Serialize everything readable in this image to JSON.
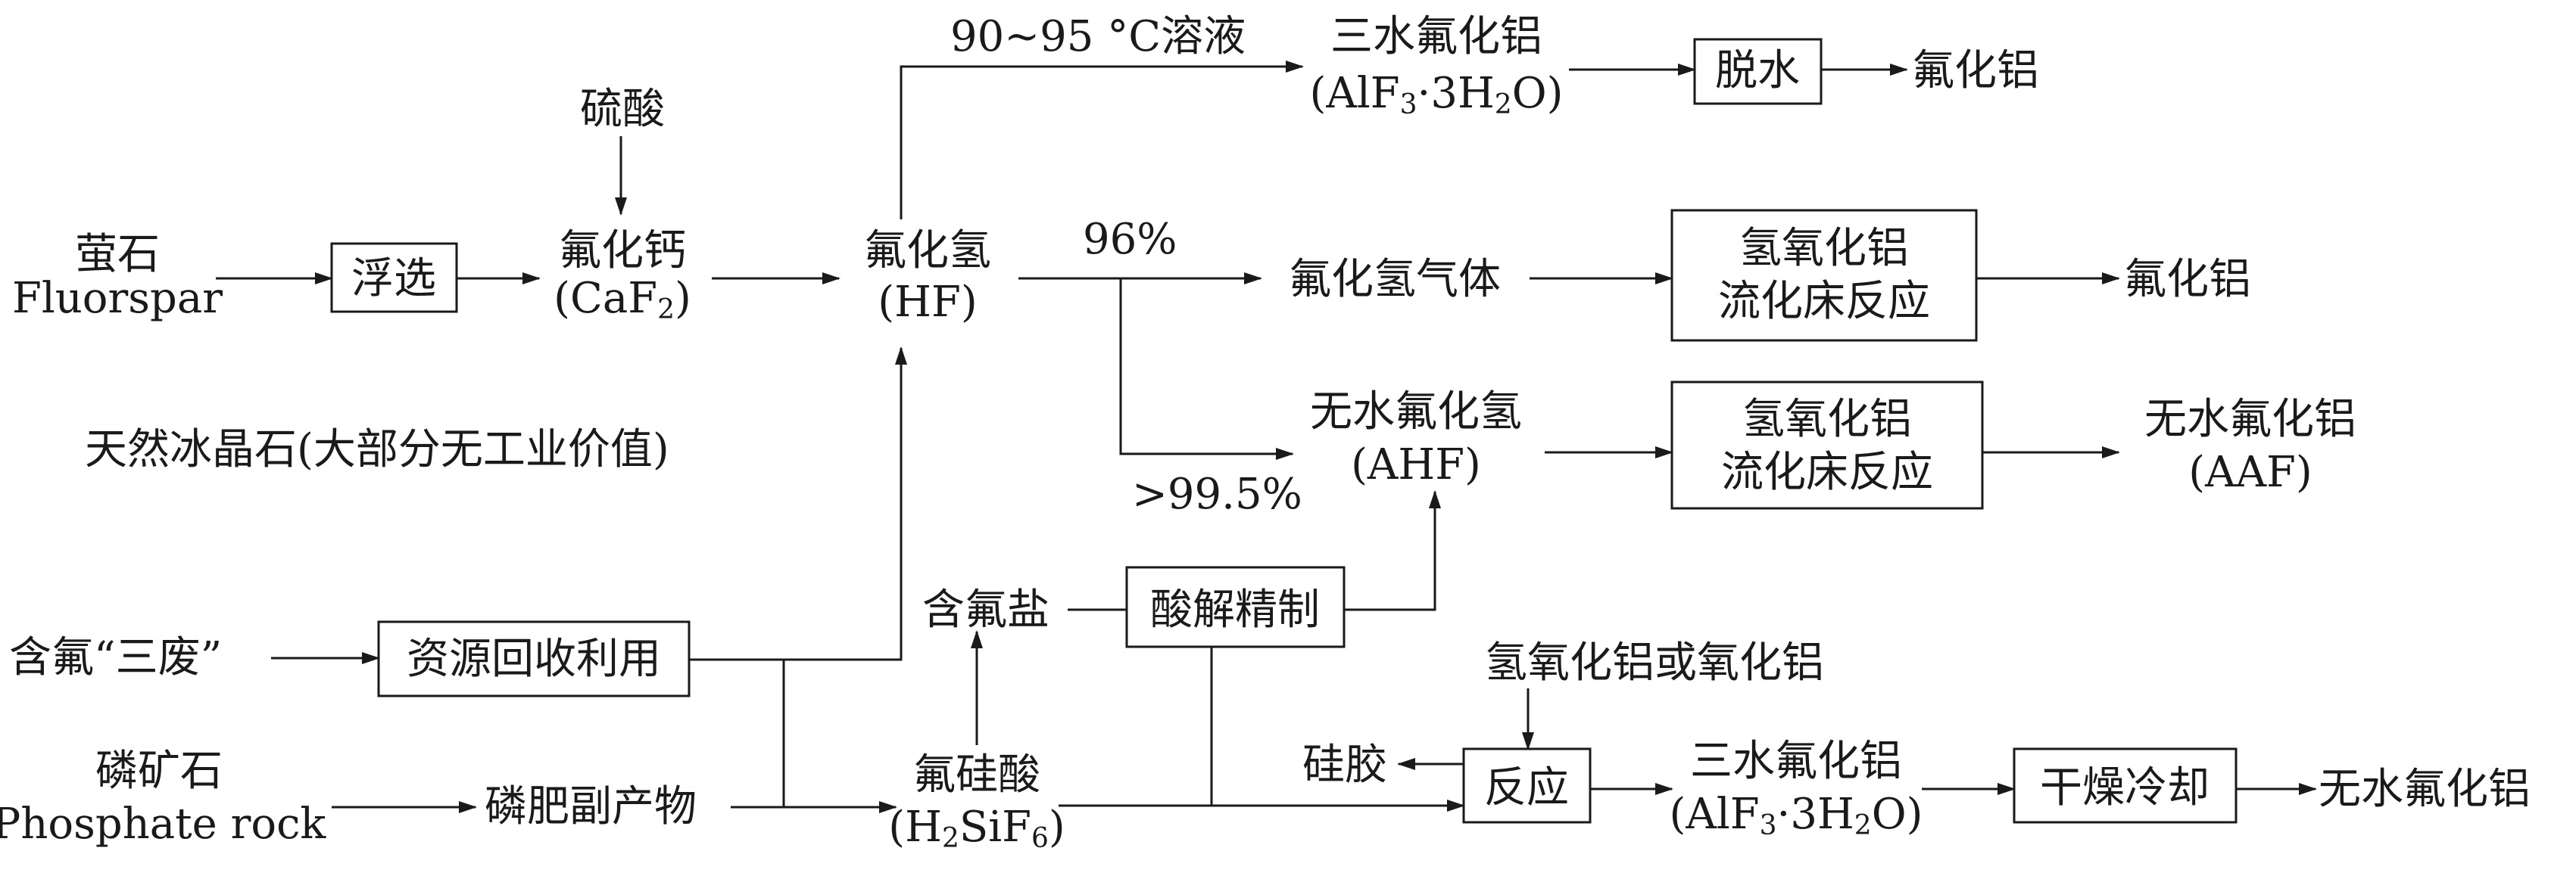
{
  "nodes": {
    "fluorite": {
      "line1": "萤石",
      "line2": "Fluorspar"
    },
    "flotation": {
      "label": "浮选"
    },
    "sulfuric_acid": {
      "label": "硫酸"
    },
    "calcium_fluoride": {
      "name": "氟化钙",
      "formula_a": "(CaF",
      "formula_sub": "2",
      "formula_b": ")"
    },
    "hydrogen_fluoride": {
      "name": "氟化氢",
      "formula": "(HF)"
    },
    "solution_note": {
      "label": "90~95 °C溶液"
    },
    "trihydrate_top": {
      "name": "三水氟化铝",
      "f1": "(AlF",
      "s1": "3",
      "f2": "·3H",
      "s2": "2",
      "f3": "O)"
    },
    "dehydration": {
      "label": "脱水"
    },
    "alf_top": {
      "label": "氟化铝"
    },
    "pct_96": {
      "label": "96%"
    },
    "hf_gas": {
      "label": "氟化氢气体"
    },
    "fluidized_1": {
      "line1": "氢氧化铝",
      "line2": "流化床反应"
    },
    "alf_mid": {
      "label": "氟化铝"
    },
    "ahf": {
      "name": "无水氟化氢",
      "formula": "(AHF)"
    },
    "pct_995": {
      "label": ">99.5%"
    },
    "fluidized_2": {
      "line1": "氢氧化铝",
      "line2": "流化床反应"
    },
    "aaf": {
      "name": "无水氟化铝",
      "formula": "(AAF)"
    },
    "cryolite_note": {
      "label": "天然冰晶石(大部分无工业价值)"
    },
    "three_wastes": {
      "label": "含氟“三废”"
    },
    "recycling": {
      "label": "资源回收利用"
    },
    "fluoride_salt": {
      "label": "含氟盐"
    },
    "acid_refine": {
      "label": "酸解精制"
    },
    "aluminum_hydroxide_or_oxide": {
      "label": "氢氧化铝或氧化铝"
    },
    "silica_gel": {
      "label": "硅胶"
    },
    "reaction": {
      "label": "反应"
    },
    "trihydrate_bottom": {
      "name": "三水氟化铝",
      "f1": "(AlF",
      "s1": "3",
      "f2": "·3H",
      "s2": "2",
      "f3": "O)"
    },
    "dry_cool": {
      "label": "干燥冷却"
    },
    "anhydrous_alf": {
      "label": "无水氟化铝"
    },
    "phosphate_rock": {
      "line1": "磷矿石",
      "line2": "Phosphate rock"
    },
    "phosphate_byproduct": {
      "label": "磷肥副产物"
    },
    "fluorosilicic_acid": {
      "name": "氟硅酸",
      "f1": "(H",
      "s1": "2",
      "f2": "SiF",
      "s2": "6",
      "f3": ")"
    }
  },
  "colors": {
    "line": "#1a1a1a",
    "background": "#ffffff"
  }
}
